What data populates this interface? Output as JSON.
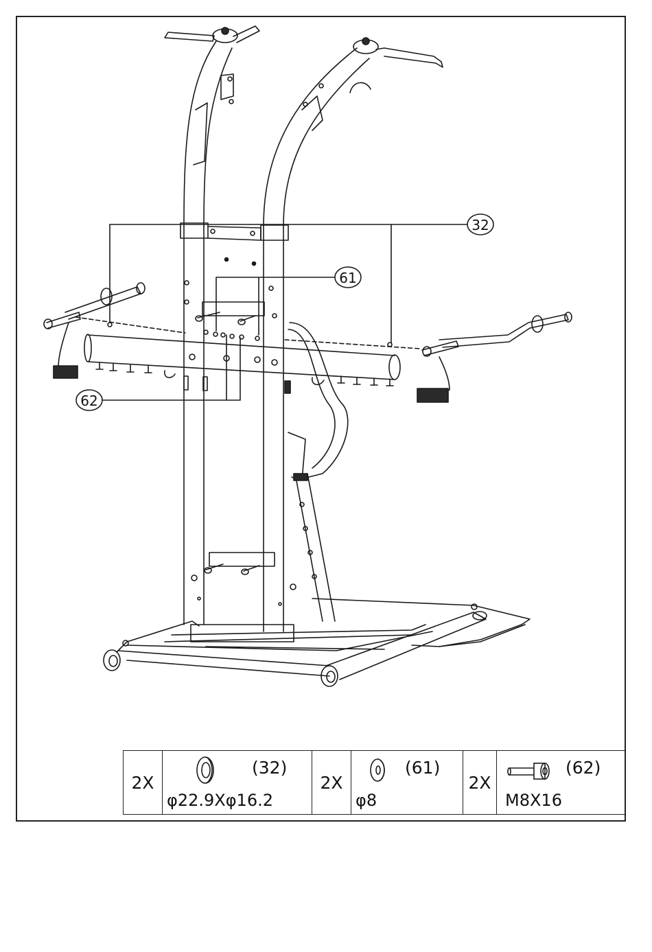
{
  "callouts": {
    "c32": "32",
    "c61": "61",
    "c62": "62"
  },
  "parts": [
    {
      "qty": "2X",
      "ref": "(32)",
      "spec": "φ22.9Xφ16.2",
      "icon": "large-washer-icon"
    },
    {
      "qty": "2X",
      "ref": "(61)",
      "spec": "φ8",
      "icon": "small-washer-icon"
    },
    {
      "qty": "2X",
      "ref": "(62)",
      "spec": "M8X16",
      "icon": "hex-socket-bolt-icon"
    }
  ],
  "colors": {
    "line": "#1a1a1a",
    "dark_fill": "#2a2a2a",
    "light_fill": "#ffffff"
  }
}
